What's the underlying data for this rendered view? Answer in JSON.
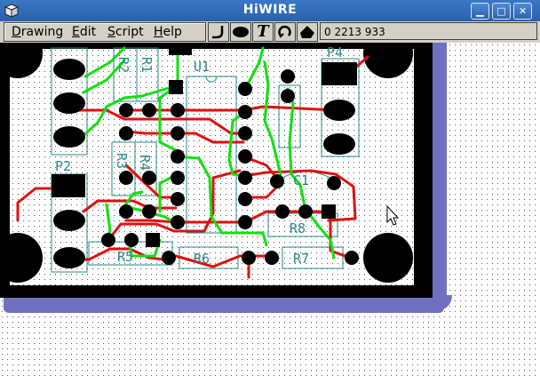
{
  "window": {
    "title": "HiWIRE"
  },
  "menu": {
    "items": [
      "Drawing",
      "Edit",
      "Script",
      "Help"
    ]
  },
  "toolbar": {
    "tools": [
      "trace-tool",
      "pad-tool",
      "text-tool",
      "arc-tool",
      "polygon-tool"
    ],
    "text_tool_glyph": "T"
  },
  "status": {
    "coords": "0 2213 933"
  },
  "board": {
    "labels": {
      "P4": "P4",
      "U1": "U1",
      "R1": "R1",
      "R2": "R2",
      "R3": "R3",
      "R4": "R4",
      "C1": "C1",
      "P2": "P2",
      "R5": "R5",
      "R6": "R6",
      "R7": "R7",
      "R8": "R8"
    }
  },
  "colors": {
    "title_bar": "#2a5fab",
    "menu_bg": "#d4d0c8",
    "board_outline": "#7070c0",
    "copper": "#000000",
    "trace_red": "#e01010",
    "trace_green": "#10e010",
    "silk": "#2a8a8a"
  }
}
